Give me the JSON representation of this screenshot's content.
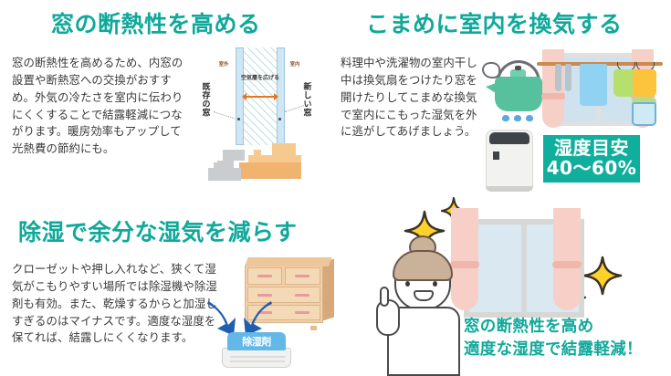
{
  "sections": [
    {
      "id": "window-insulation",
      "heading": "窓の断熱性を高める",
      "body": "窓の断熱性を高めるため、内窓の設置や断熱窓への交換がおすすめ。外気の冷たさを室内に伝わりにくくすることで結露軽減につながります。暖房効率もアップして光熱費の節約にも。",
      "diagram": {
        "label_outdoor": "室外",
        "label_indoor": "室内",
        "label_air_gap": "空気層を広げる",
        "label_existing_window": "既存の窓",
        "label_new_window": "新しい窓"
      }
    },
    {
      "id": "ventilation",
      "heading": "こまめに室内を換気する",
      "body": "料理中や洗濯物の室内干し中は換気扇をつけたり窓を開けたりしてこまめな換気で室内にこもった湿気を外に逃がしてあげましょう。",
      "badge": {
        "line1": "湿度目安",
        "line2": "40〜60%"
      }
    },
    {
      "id": "dehumidify",
      "heading": "除湿で余分な湿気を減らす",
      "body": "クローゼットや押し入れなど、狭くて湿気がこもりやすい場所では除湿機や除湿剤も有効。また、乾燥するからと加湿しすぎるのはマイナスです。適度な湿度を保てれば、結露しにくくなります。",
      "desiccant_label": "除湿剤"
    },
    {
      "id": "summary",
      "caption": "窓の断熱性を高め\n適度な湿度で結露軽減！"
    }
  ],
  "colors": {
    "heading_teal": "#0fa99b",
    "badge_bg": "#10af9d",
    "badge_text": "#ffffff",
    "body_text": "#3a3a3a",
    "arrow_orange": "#e8731d",
    "arrow_blue": "#1f5fb0",
    "background": "#ffffff"
  }
}
